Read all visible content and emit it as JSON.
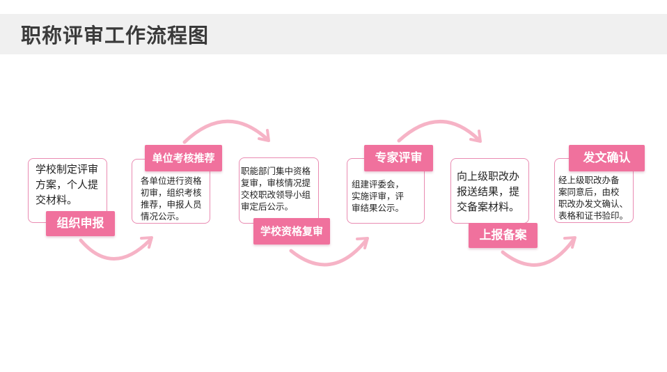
{
  "title": "职称评审工作流程图",
  "colors": {
    "accent": "#f0719d",
    "border": "#e98ab1",
    "arrow": "#f6b3c6",
    "title_bg": "#f0f0f0"
  },
  "steps": [
    {
      "label": "组织申报",
      "text": "学校制定评审\n方案，个人提\n交材料。"
    },
    {
      "label": "单位考核推荐",
      "text": "各单位进行资格\n初审，组织考核\n推荐，申报人员\n情况公示。"
    },
    {
      "label": "学校资格复审",
      "text": "职能部门集中资格\n复审，审核情况提\n交校职改领导小组\n审定后公示。"
    },
    {
      "label": "专家评审",
      "text": "组建评委会，\n实施评审，评\n审结果公示。"
    },
    {
      "label": "上报备案",
      "text": "向上级职改办\n报送结果，提\n交备案材料。"
    },
    {
      "label": "发文确认",
      "text": "经上级职改办备\n案同意后，由校\n职改办发文确认、\n表格和证书验印。"
    }
  ]
}
